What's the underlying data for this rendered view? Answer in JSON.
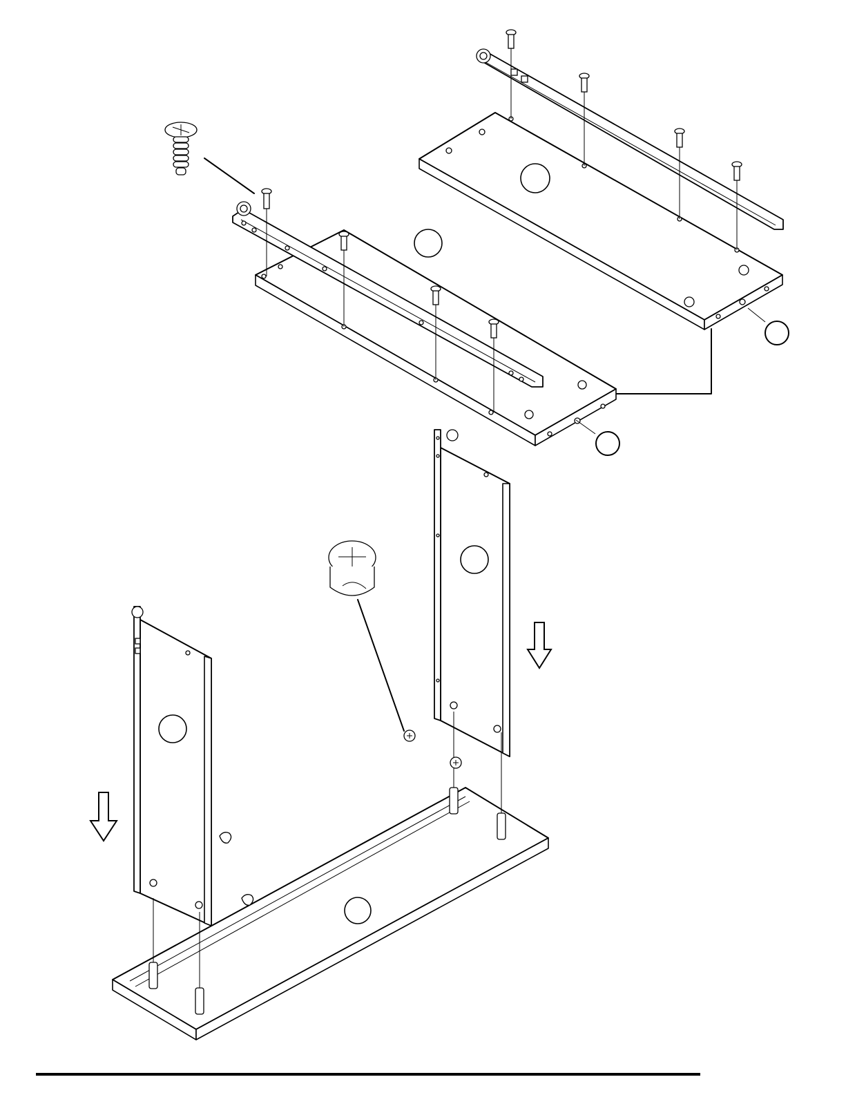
{
  "diagram": {
    "type": "exploded-assembly",
    "parts": [
      {
        "name": "top-shelf-panel",
        "callout_label": ""
      },
      {
        "name": "middle-shelf-panel",
        "callout_label": ""
      },
      {
        "name": "left-side-panel",
        "callout_label": ""
      },
      {
        "name": "right-side-panel",
        "callout_label": ""
      },
      {
        "name": "bottom-panel",
        "callout_label": ""
      }
    ],
    "hardware": [
      "drawer-slide-rail",
      "euro-screw",
      "cam-lock",
      "wooden-dowel"
    ],
    "arrows": [
      "down",
      "down"
    ]
  }
}
